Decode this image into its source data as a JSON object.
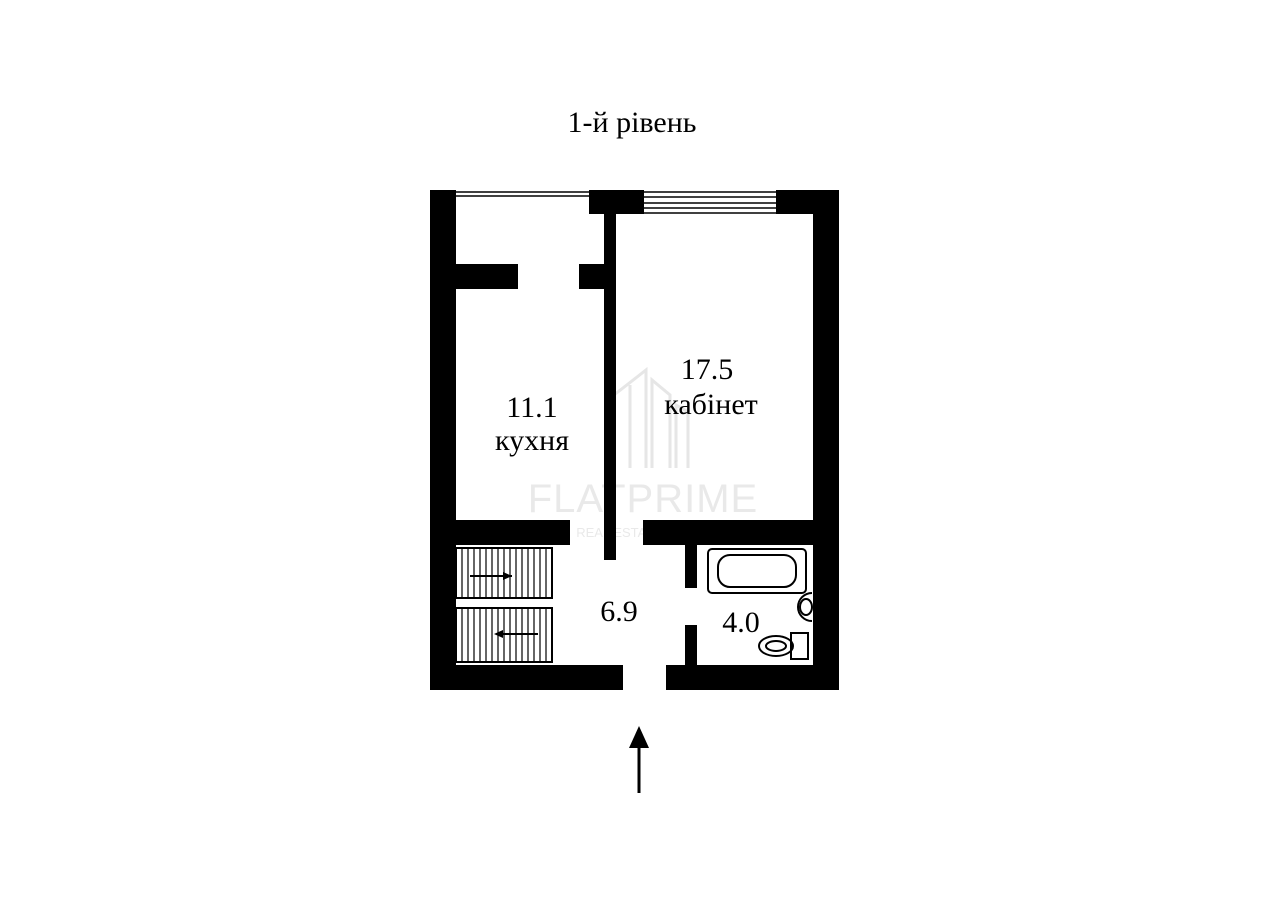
{
  "title": "1-й рівень",
  "rooms": {
    "kitchen": {
      "area": "11.1",
      "name": "кухня"
    },
    "study": {
      "area": "17.5",
      "name": "кабінет"
    },
    "hall": {
      "area": "6.9"
    },
    "bathroom": {
      "area": "4.0"
    }
  },
  "watermark": {
    "brand": "FLATPRIME",
    "tagline": "REAL ESTATE AGENCY"
  },
  "colors": {
    "wall": "#000000",
    "background": "#ffffff",
    "watermark": "#e9e9e9"
  },
  "icons": [
    "entrance-arrow-icon",
    "stairs-icon",
    "bathtub-icon",
    "sink-icon",
    "toilet-icon",
    "window-icon"
  ]
}
